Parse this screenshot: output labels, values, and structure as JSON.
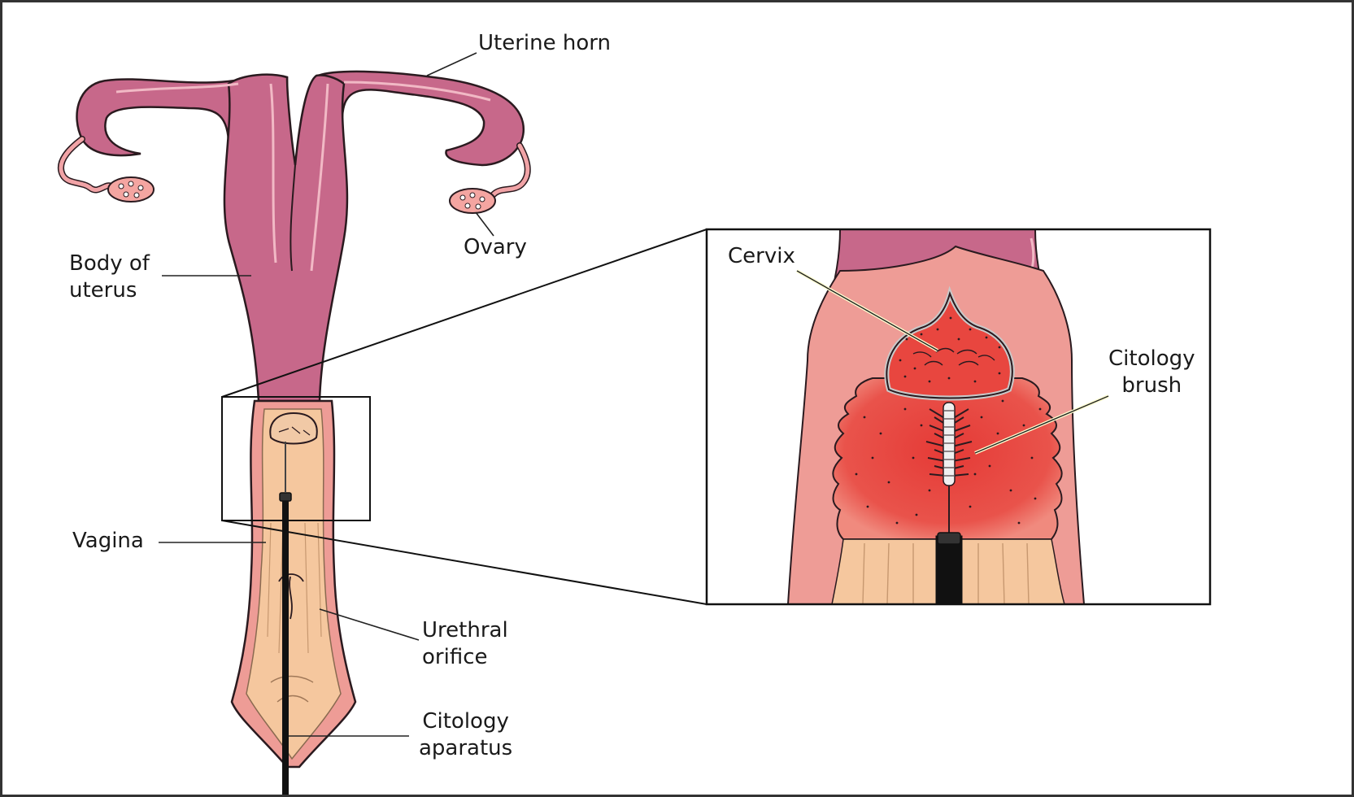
{
  "labels": {
    "uterine_horn": "Uterine horn",
    "ovary": "Ovary",
    "body_of_uterus": "Body of\nuterus",
    "vagina": "Vagina",
    "urethral_orifice": "Urethral\norifice",
    "citology_aparatus": "Citology\naparatus",
    "cervix": "Cervix",
    "citology_brush": "Citology\nbrush"
  },
  "colors": {
    "uterus": "#c7688a",
    "uterus_outline": "#2a1a1f",
    "uterus_highlight": "#f1b9c5",
    "vagina_wall": "#ee9c96",
    "vagina_lumen": "#f5c79e",
    "cervix_red": "#e8463f",
    "ovary": "#f4a5a1",
    "leader": "#222222"
  }
}
